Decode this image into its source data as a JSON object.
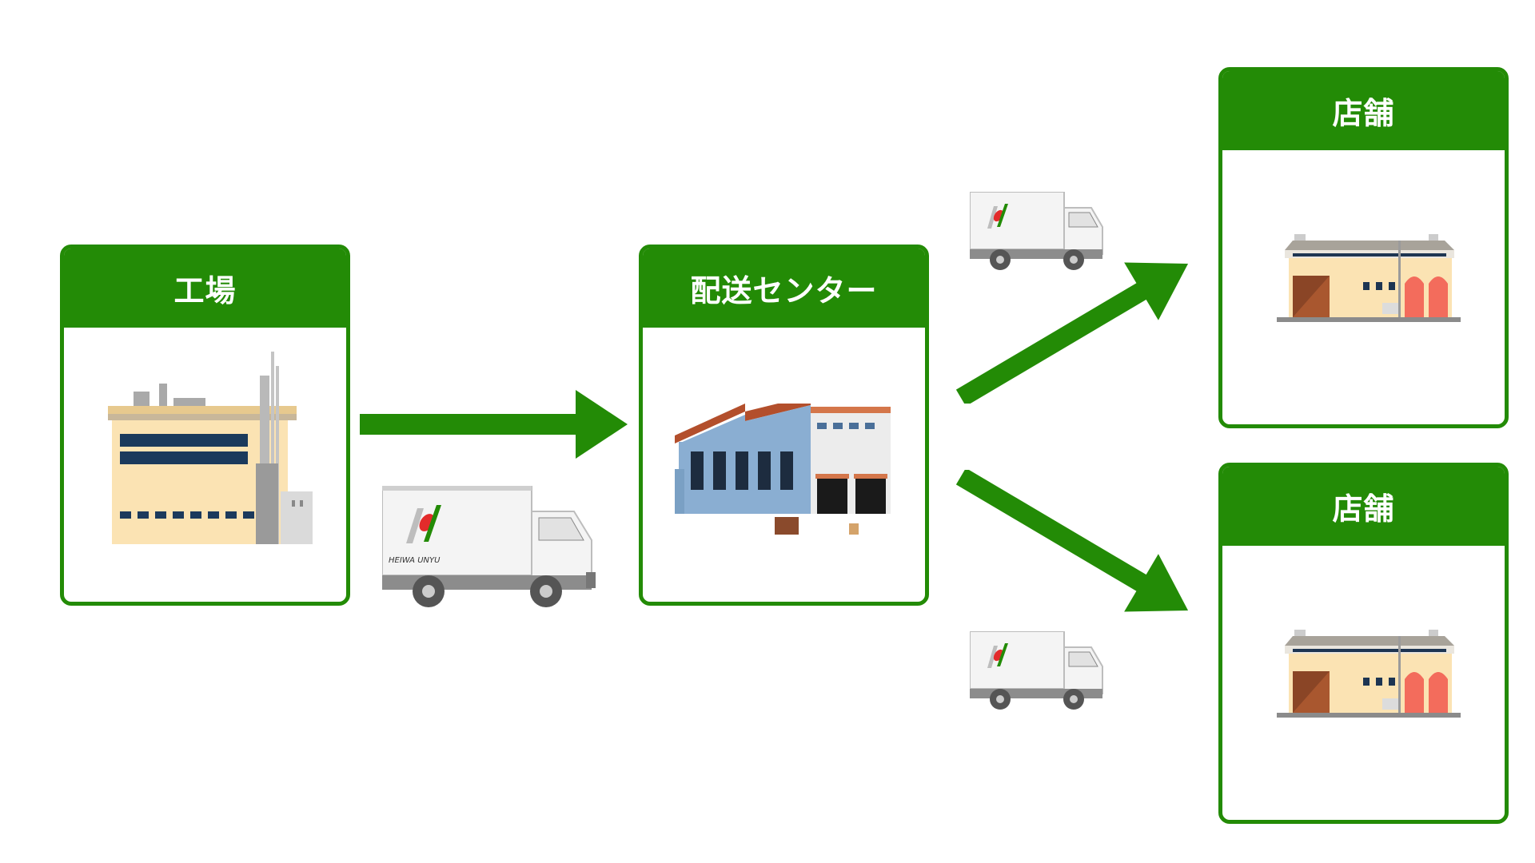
{
  "nodes": {
    "factory": {
      "title": "工場",
      "icon": "factory-icon"
    },
    "center": {
      "title": "配送センター",
      "icon": "warehouse-icon"
    },
    "store_top": {
      "title": "店舗",
      "icon": "store-icon"
    },
    "store_bottom": {
      "title": "店舗",
      "icon": "store-icon"
    }
  },
  "trucks": {
    "brand": "HEIWA UNYU",
    "icon": "delivery-truck-icon"
  },
  "colors": {
    "accent": "#238b06",
    "white": "#ffffff"
  }
}
